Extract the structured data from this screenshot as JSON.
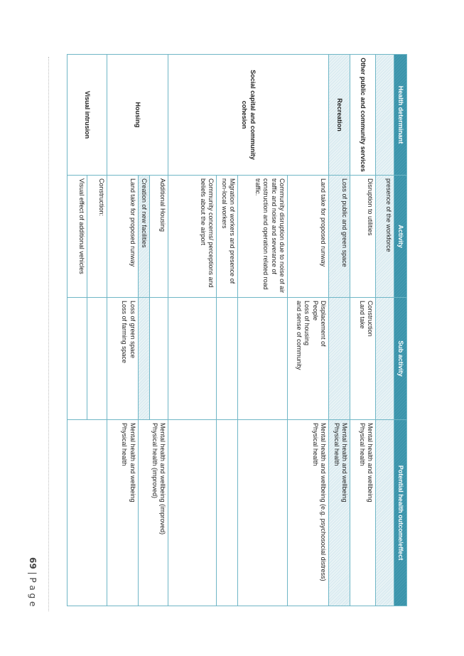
{
  "page_number": {
    "number": "69",
    "label": "P a g e"
  },
  "table": {
    "headers": {
      "determinant": "Health determinant",
      "activity": "Activity",
      "sub_activity": "Sub activity",
      "outcome": "Potential health outcome/effect"
    },
    "row0": {
      "activity": "presence of the workforce"
    },
    "row1": {
      "determinant": "Other public and community services",
      "activity": "Disruption to utilities",
      "sub_activity_1": "Construction",
      "sub_activity_2": "Land take",
      "outcome_1": "Mental health and wellbeing",
      "outcome_2": "Physical health"
    },
    "row2": {
      "determinant": "Recreation",
      "activity": "Loss of public and green space",
      "outcome_1": "Mental health and wellbeing",
      "outcome_2": "Physical health"
    },
    "row3": {
      "determinant": "Social capital and community cohesion",
      "activity": "Land take for proposed runway",
      "sub_activity_1": "Displacement of",
      "sub_activity_2": "People",
      "sub_activity_3": "Loss of housing",
      "sub_activity_4": "and sense of community",
      "outcome_1": "Mental health and wellbeing (e.g. psychosocial distress)",
      "outcome_2": "Physical health"
    },
    "row4": {
      "activity": "Community disruption due to noise of air traffic and noise and severance of construction and operation related road traffic."
    },
    "row5": {
      "activity": "Migration of workers and presence of non-local workers"
    },
    "row6": {
      "activity": "Community concerns/ perceptions and beliefs about the airport"
    },
    "row7": {
      "determinant": "Housing",
      "activity": "Additional Housing",
      "outcome_1": "Mental health and wellbeing (improved)",
      "outcome_2": "Physical health (improved)"
    },
    "row8": {
      "activity": "Creation of new facilities"
    },
    "row9": {
      "activity": "Land take for proposed runway",
      "sub_activity_1": "Loss of green space",
      "sub_activity_2": "Loss of farming space",
      "outcome_1": "Mental health and wellbeing",
      "outcome_2": "Physical health"
    },
    "row10": {
      "determinant": "Visual intrusion",
      "activity": "Construction:"
    },
    "row11": {
      "activity": "Visual effect of additional vehicles"
    }
  }
}
